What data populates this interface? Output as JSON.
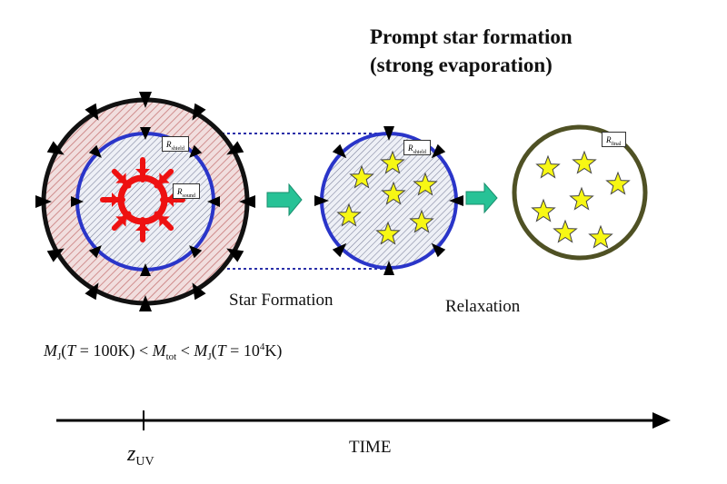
{
  "title": {
    "line1": "Prompt star formation",
    "line2": "(strong evaporation)"
  },
  "stage_labels": {
    "star_formation": "Star Formation",
    "relaxation": "Relaxation"
  },
  "radius_tags": {
    "shield": {
      "symbol": "R",
      "subscript": "shield"
    },
    "sound": {
      "symbol": "R",
      "subscript": "sound"
    },
    "shield2": {
      "symbol": "R",
      "subscript": "shield"
    },
    "final": {
      "symbol": "R",
      "subscript": "final"
    }
  },
  "equation": {
    "m1": "M",
    "sub_j1": "J",
    "paren1": "(",
    "t1": "T",
    "val1": " = 100K) < ",
    "m2": "M",
    "sub_tot": "tot",
    "lt2": " < ",
    "m3": "M",
    "sub_j2": "J",
    "paren2": "(",
    "t2": "T",
    "val2a": " = 10",
    "exp": "4",
    "val2b": "K)"
  },
  "timeline": {
    "axis_label": "TIME",
    "marker_symbol": "z",
    "marker_sub": "UV"
  },
  "colors": {
    "outer_ring": "#111111",
    "hatch_outer": "#c87a7a",
    "outer_fill": "#f1dede",
    "shield_ring": "#2a35c9",
    "hatch_inner": "#7a7f9a",
    "sound_spikes": "#ee1111",
    "dotted_link": "#2a2fa8",
    "stage_arrow": "#27c296",
    "star_fill": "#f7f714",
    "final_ring": "#4f5124"
  }
}
